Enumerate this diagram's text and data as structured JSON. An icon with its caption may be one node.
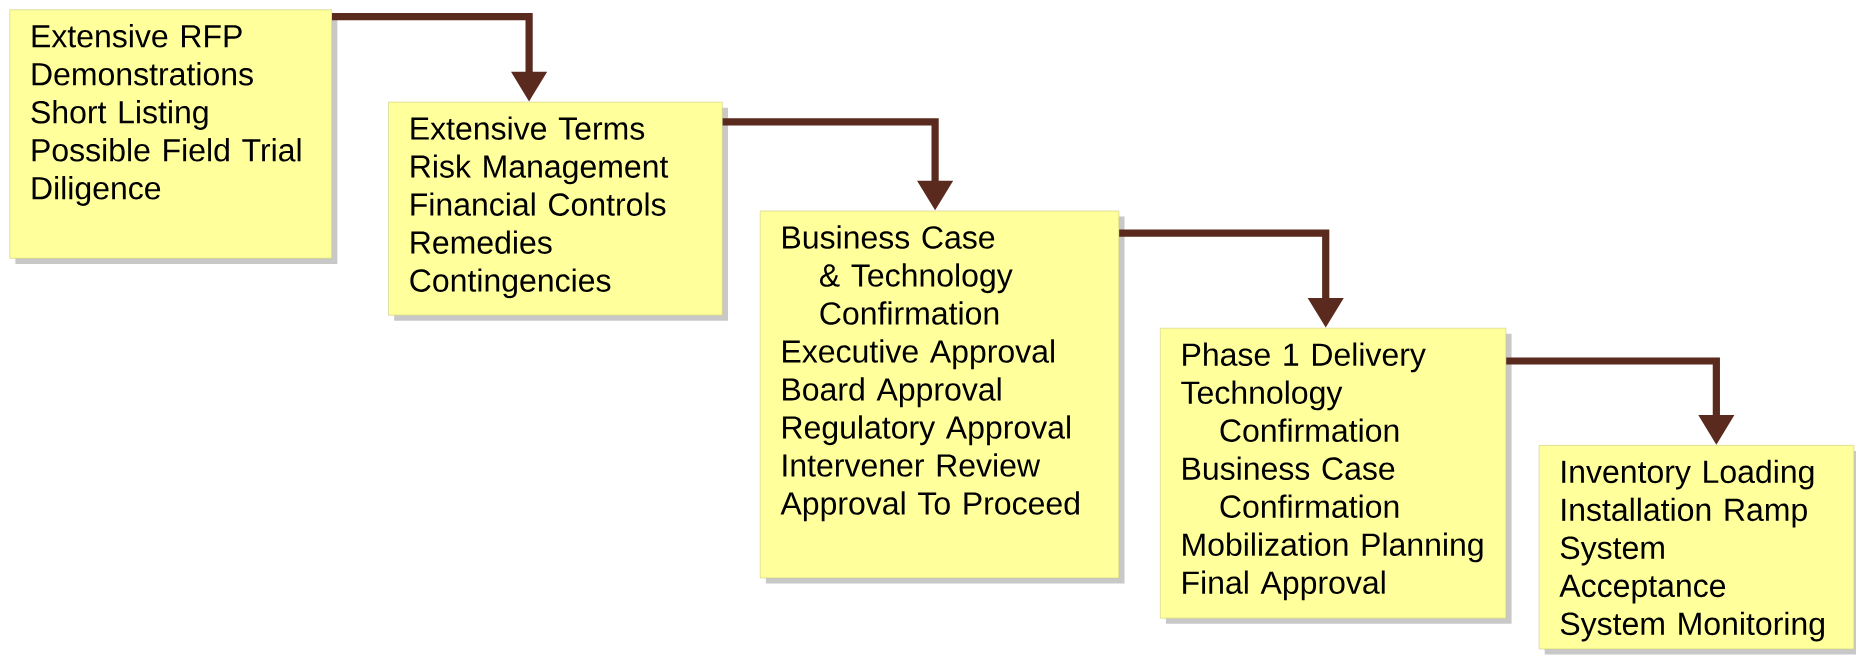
{
  "diagram": {
    "nodes": [
      {
        "text": [
          "Extensive RFP",
          "Demonstrations",
          "Short Listing",
          "Possible Field Trial",
          "Diligence"
        ]
      },
      {
        "text": [
          "Extensive Terms",
          "Risk Management",
          "Financial Controls",
          "Remedies",
          "Contingencies"
        ]
      },
      {
        "text": [
          "Business Case & Technology Confirmation",
          "Executive Approval",
          "Board Approval",
          "Regulatory Approval",
          "Intervener Review",
          "Approval To Proceed"
        ]
      },
      {
        "text": [
          "Phase 1 Delivery",
          "Technology Confirmation",
          "Business Case Confirmation",
          "Mobilization Planning",
          "Final Approval"
        ]
      },
      {
        "text": [
          "Inventory Loading",
          "Installation Ramp",
          "System Acceptance",
          "System Monitoring"
        ]
      }
    ],
    "edges": [
      {
        "from": 0,
        "to": 1,
        "arrow": "to"
      },
      {
        "from": 1,
        "to": 2,
        "arrow": "to"
      },
      {
        "from": 2,
        "to": 3,
        "arrow": "to"
      },
      {
        "from": 3,
        "to": 4,
        "arrow": "to"
      }
    ]
  }
}
